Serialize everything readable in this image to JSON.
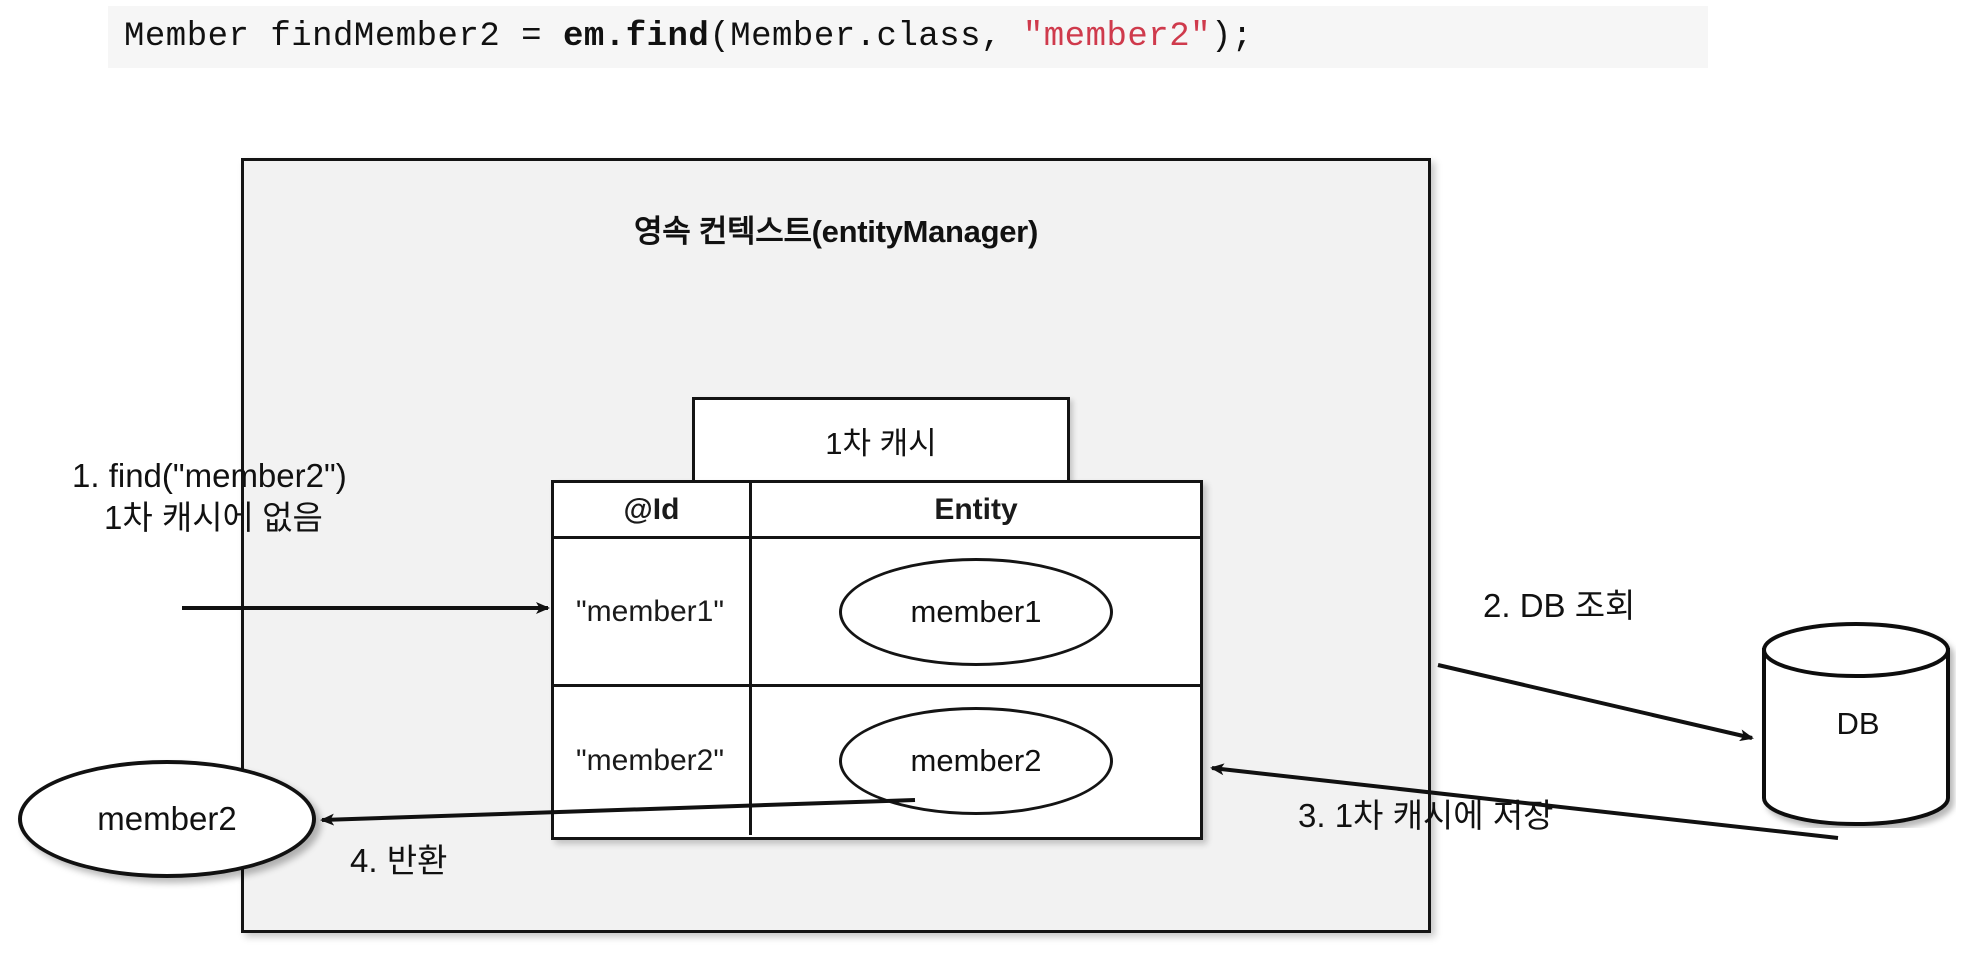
{
  "code_line": {
    "segments": [
      {
        "text": "Member findMember2 = ",
        "style": "plain"
      },
      {
        "text": "em.find",
        "style": "bold"
      },
      {
        "text": "(Member.class, ",
        "style": "plain"
      },
      {
        "text": "\"member2\"",
        "style": "string"
      },
      {
        "text": ");",
        "style": "plain"
      }
    ],
    "plain_text": "Member findMember2 = em.find(Member.class, \"member2\");",
    "background": "#f6f6f6",
    "string_color": "#cf3a4c"
  },
  "persistence_context": {
    "title": "영속 컨텍스트(entityManager)",
    "background": "#f2f2f2",
    "border_color": "#141414"
  },
  "cache": {
    "tab_label": "1차 캐시",
    "columns": [
      "@Id",
      "Entity"
    ],
    "rows": [
      {
        "id": "\"member1\"",
        "entity": "member1"
      },
      {
        "id": "\"member2\"",
        "entity": "member2"
      }
    ]
  },
  "returned_entity": {
    "label": "member2"
  },
  "database": {
    "label": "DB"
  },
  "steps": [
    {
      "number": "1",
      "line1": "1. find(\"member2\")",
      "line2": "1차 캐시에 없음"
    },
    {
      "number": "2",
      "text": "2. DB 조회"
    },
    {
      "number": "3",
      "text": "3. 1차 캐시에 저장"
    },
    {
      "number": "4",
      "text": "4. 반환"
    }
  ]
}
